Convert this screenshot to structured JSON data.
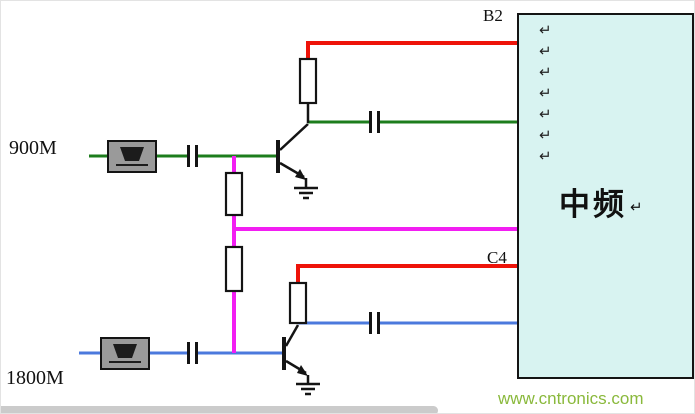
{
  "labels": {
    "input_900m": "900M",
    "input_1800m": "1800M",
    "net_b2": "B2",
    "net_c4": "C4"
  },
  "if_block": {
    "label": "中频",
    "return_mark": "↵"
  },
  "watermark": {
    "text": "www.cntronics.com"
  },
  "colors": {
    "wire-red": "#ee1309",
    "wire-green": "#1d7d1d",
    "wire-blue": "#4b79dd",
    "wire-magenta": "#f21ef2",
    "wire-black": "#141414",
    "resistor-fill": "#ffffff",
    "filter-fill": "#9a9a9a",
    "filter-dark": "#1c1c1c",
    "if-fill": "#d8f3f1",
    "if-border": "#141414",
    "watermark-green": "#8ab93c",
    "scrollbar-gray": "#cbcbcb"
  }
}
